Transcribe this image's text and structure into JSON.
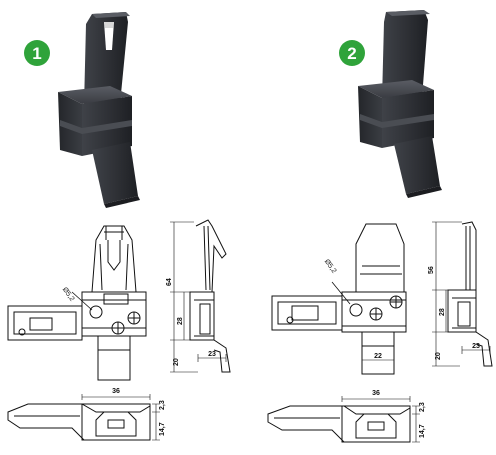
{
  "badges": [
    "1",
    "2"
  ],
  "colors": {
    "badge": "#2fa33a",
    "product_dark": "#2b2d31",
    "product_mid": "#3c3f45",
    "product_light": "#55585f",
    "line": "#111111"
  },
  "drawing1": {
    "diameter": "Ø5,2",
    "dim_height_total": "64",
    "dim_height_mid": "28",
    "dim_height_low": "20",
    "dim_depth": "23",
    "dim_width": "36",
    "dim_top": "2,3",
    "dim_side": "14,7"
  },
  "drawing2": {
    "diameter": "Ø5,2",
    "dim_height_total": "56",
    "dim_height_mid": "28",
    "dim_height_low": "20",
    "dim_depth": "23",
    "dim_front_width": "22",
    "dim_width": "36",
    "dim_top": "2,3",
    "dim_side": "14,7"
  }
}
